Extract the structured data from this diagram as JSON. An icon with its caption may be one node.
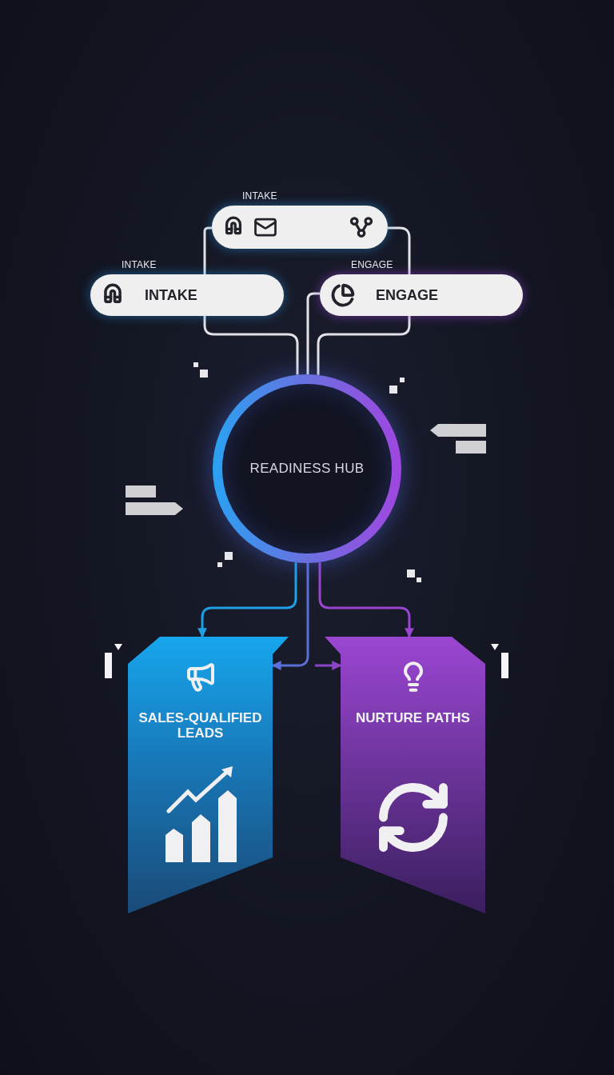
{
  "diagram": {
    "nodes": [
      {
        "text": [
          "INTAKE"
        ]
      },
      {
        "text": [
          "INTAKE",
          "INTAKE"
        ]
      },
      {
        "text": [
          "ENGAGE",
          "ENGAGE"
        ]
      },
      {
        "text": [
          "READINESS HUB"
        ]
      },
      {
        "text": [
          "SALES-QUALIFIED LEADS"
        ]
      },
      {
        "text": [
          "NURTURE PATHS"
        ]
      }
    ],
    "edges": [
      {
        "from": 0,
        "to": 1,
        "arrow": "none"
      },
      {
        "from": 1,
        "to": 3,
        "arrow": "none"
      },
      {
        "from": 0,
        "to": 2,
        "arrow": "none"
      },
      {
        "from": 2,
        "to": 3,
        "arrow": "none"
      },
      {
        "from": 2,
        "to": 3,
        "arrow": "none"
      },
      {
        "from": 3,
        "to": 4,
        "arrow": "to",
        "color": "#1ea0e6"
      },
      {
        "from": 3,
        "to": 5,
        "arrow": "to",
        "color": "#9a45d0"
      },
      {
        "from": 3,
        "to": 4,
        "arrow": "to",
        "color": "#5b6fd8"
      },
      {
        "from": null,
        "to": 5,
        "arrow": "to",
        "color": "#8a45c8"
      }
    ]
  }
}
